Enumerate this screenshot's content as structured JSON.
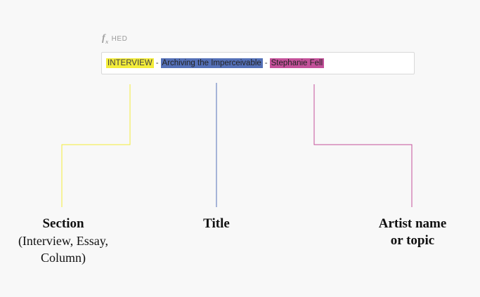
{
  "field": {
    "icon": "fx-icon",
    "label": "HED"
  },
  "formula": {
    "section": "INTERVIEW",
    "sep1": "-",
    "title": "Archiving the Imperceivable",
    "sep2": "-",
    "artist": "Stephanie Fell"
  },
  "colors": {
    "section": "#f3ec3a",
    "title": "#5470b7",
    "artist": "#c4519a"
  },
  "captions": {
    "section_main": "Section",
    "section_sub1": "(Interview, Essay,",
    "section_sub2": "Column)",
    "title_main": "Title",
    "artist_main1": "Artist name",
    "artist_main2": "or  topic"
  }
}
